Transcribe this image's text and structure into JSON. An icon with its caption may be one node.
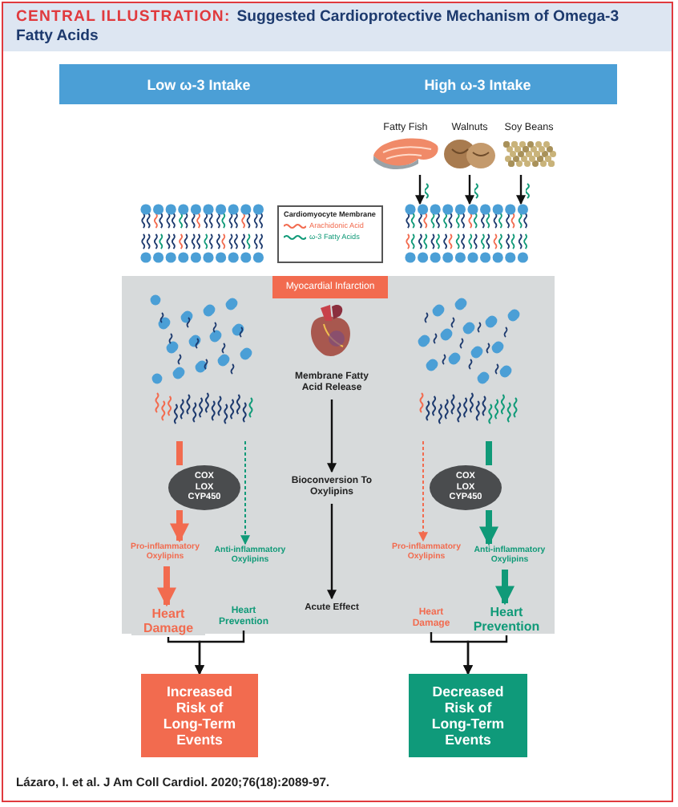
{
  "diagram": {
    "title": "Suggested Cardioprotective Mechanism of Omega-3 Fatty Acids",
    "caption": "Lázaro, I. et al. J Am Coll Cardiol. 2020;76(18):2089-97.",
    "nodes": [
      {
        "text": [
          "Low ω-3 Intake",
          "High ω-3 Intake"
        ]
      },
      {
        "text": [
          "Fatty Fish"
        ]
      },
      {
        "text": [
          "Walnuts"
        ]
      },
      {
        "text": [
          "Soy Beans"
        ]
      },
      {
        "text": [],
        "shape": "picture"
      },
      {
        "text": [],
        "shape": "picture"
      },
      {
        "text": [],
        "shape": "box"
      },
      {
        "text": [
          "Myocardial Infarction"
        ],
        "in": 6
      },
      {
        "text": [],
        "shape": "picture",
        "in": 6
      },
      {
        "text": [
          "Membrane Fatty Acid Release"
        ],
        "in": 6
      },
      {
        "text": [
          "Bioconversion To Oxylipins"
        ],
        "in": 6
      },
      {
        "text": [
          "Acute Effect"
        ],
        "in": 6
      },
      {
        "text": [],
        "shape": "picture",
        "in": 6
      },
      {
        "text": [
          "COX LOX CYP450"
        ],
        "in": 6
      },
      {
        "text": [
          "Pro-inflammatory Oxylipins"
        ],
        "in": 6
      },
      {
        "text": [
          "Anti-inflammatory Oxylipins"
        ],
        "in": 6
      },
      {
        "text": [
          "Heart Damage"
        ],
        "in": 6
      },
      {
        "text": [
          "Heart Prevention"
        ],
        "in": 6
      },
      {
        "text": [],
        "shape": "picture",
        "in": 6
      },
      {
        "text": [
          "COX LOX CYP450"
        ],
        "in": 6
      },
      {
        "text": [
          "Pro-inflammatory Oxylipins"
        ],
        "in": 6
      },
      {
        "text": [
          "Anti-inflammatory Oxylipins"
        ],
        "in": 6
      },
      {
        "text": [
          "Heart Damage"
        ],
        "in": 6
      },
      {
        "text": [
          "Heart Prevention"
        ],
        "in": 6
      },
      {
        "text": [
          "Increased Risk of Long-Term Events"
        ]
      },
      {
        "text": [
          "Decreased Risk of Long-Term Events"
        ]
      }
    ],
    "edges": [
      {
        "from": 1,
        "to": 5,
        "arrow": "to"
      },
      {
        "from": 2,
        "to": 5,
        "arrow": "to"
      },
      {
        "from": 3,
        "to": 5,
        "arrow": "to"
      },
      {
        "from": 9,
        "to": 10,
        "arrow": "to"
      },
      {
        "from": 10,
        "to": 11,
        "arrow": "to"
      },
      {
        "from": 8,
        "to": 13,
        "arrow": "none",
        "style": "thick",
        "color": "#f26b4f"
      },
      {
        "from": 13,
        "to": 14,
        "arrow": "to",
        "style": "thick",
        "color": "#f26b4f"
      },
      {
        "from": 8,
        "to": 15,
        "arrow": "to",
        "style": "dashed",
        "color": "#109a78"
      },
      {
        "from": 14,
        "to": 16,
        "arrow": "to",
        "style": "thick",
        "color": "#f26b4f"
      },
      {
        "from": 16,
        "to": 24,
        "arrow": "to"
      },
      {
        "from": 17,
        "to": 24,
        "arrow": "to"
      },
      {
        "from": 18,
        "to": 20,
        "arrow": "to",
        "style": "dashed",
        "color": "#f26b4f"
      },
      {
        "from": 18,
        "to": 19,
        "arrow": "none",
        "style": "thick",
        "color": "#109a78"
      },
      {
        "from": 19,
        "to": 21,
        "arrow": "to",
        "style": "thick",
        "color": "#109a78"
      },
      {
        "from": 21,
        "to": 23,
        "arrow": "to",
        "style": "thick",
        "color": "#109a78"
      },
      {
        "from": 22,
        "to": 25,
        "arrow": "to"
      },
      {
        "from": 23,
        "to": 25,
        "arrow": "to"
      }
    ],
    "labels": [
      "CENTRAL ILLUSTRATION:",
      "Cardiomyocyte Membrane"
    ],
    "legend": [
      {
        "text": "Arachidonic Acid"
      },
      {
        "text": "ω-3 Fatty Acids"
      }
    ]
  }
}
